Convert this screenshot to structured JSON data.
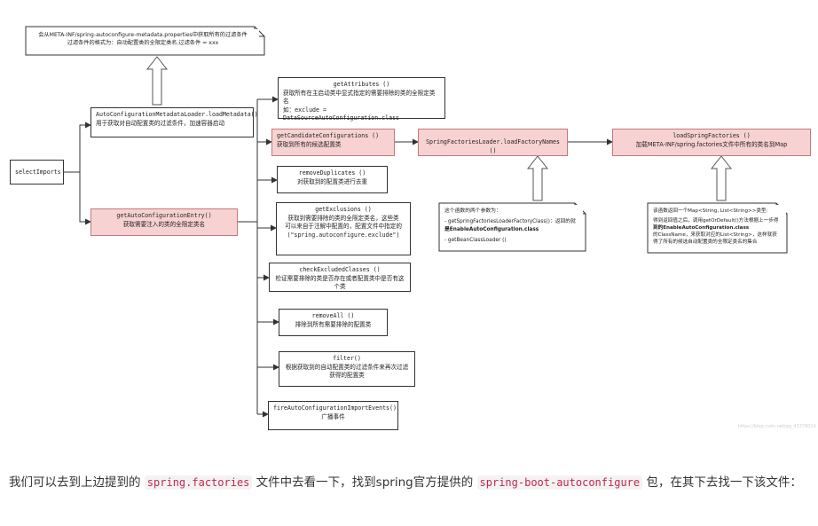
{
  "diagram": {
    "top_note": {
      "line1": "会从META-INF/spring-autoconfigure-metadata.properties中获取所有的过滤条件",
      "line2": "过滤条件的格式为：自动配置类的全限定类名.过滤条件 = xxx"
    },
    "select_imports": "selectImports",
    "load_metadata": {
      "title": "AutoConfigurationMetadataLoader.loadMetadata()",
      "desc": "用于获取对自动配置类的过滤条件，加速容器启动"
    },
    "get_auto_config_entry": {
      "title": "getAutoConfigurationEntry()",
      "desc": "获取需要注入的类的全限定类名"
    },
    "get_attributes": {
      "title": "getAttributes ()",
      "desc1": "获取所有在主启动类中显式指定的需要排除的类的全限定类名",
      "desc2": "如：exclude = DataSourceAutoConfiguration.class"
    },
    "get_candidate": {
      "title": "getCandidateConfigurations ()",
      "desc": "获取到所有的候选配置类"
    },
    "load_factory_names": {
      "title": "SpringFactoriesLoader.loadFactoryNames ()"
    },
    "load_spring_factories": {
      "title": "loadSpringFactories ()",
      "desc": "加载META-INF/spring.factories文件中所有的类名到Map"
    },
    "remove_duplicates": {
      "title": "removeDuplicates ()",
      "desc": "对获取到的配置类进行去重"
    },
    "get_exclusions": {
      "title": "getExclusions ()",
      "desc1": "获取到需要排除的类的全限定类名，这些类",
      "desc2": "可以来自于注解中配置的，配置文件中指定的",
      "desc3": "(\"spring.autoconfigure.exclude\")"
    },
    "check_excluded": {
      "title": "checkExcludedClasses ()",
      "desc": "检证需要排除的类是否存在或者配置类中是否有这个类"
    },
    "remove_all": {
      "title": "removeAll ()",
      "desc": "排除到所有需要排除的配置类"
    },
    "filter": {
      "title": "filter()",
      "desc1": "根据获取到的自动配置类的过滤条件来再次过滤",
      "desc2": "获得的配置类"
    },
    "fire_events": {
      "title": "fireAutoConfigurationImportEvents()",
      "desc": "广播事件"
    },
    "note_params": {
      "line1": "这个函数的两个参数为：",
      "line2": "- getSpringFactoriesLoaderFactoryClass()：返回的就",
      "line3": "是EnableAutoConfiguration.class",
      "line4": "- getBeanClassLoader ()"
    },
    "note_map": {
      "line1": "该函数返回一个Map<String, List<String>>类型:",
      "line2": "得到返回值之后，调用getOrDefault()方法根据上一步得",
      "line3": "到的EnableAutoConfiguration.class",
      "line4": "的ClassName，来获取对应的List<String>，这样就获",
      "line5": "得了所有的候选自动配置类的全限定类名的集合"
    },
    "watermark": "https://blog.csdn.net/qq_43378019"
  },
  "paragraph": {
    "part1": "我们可以去到上边提到的 ",
    "code1": "spring.factories",
    "part2": " 文件中去看一下，找到spring官方提供的 ",
    "code2": "spring-boot-autoconfigure",
    "part3": " 包，在其下去找一下该文件："
  }
}
